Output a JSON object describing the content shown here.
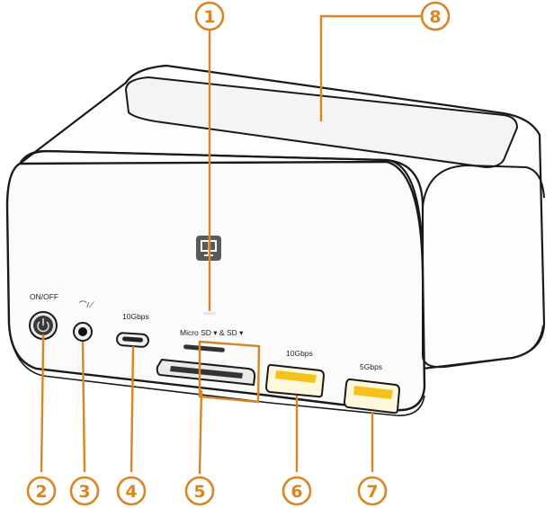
{
  "colors": {
    "callout": "#d98526",
    "outline": "#1a1a1a",
    "body": "#fbfbfb",
    "usb_yellow": "#f5c21b",
    "logo": "#5a5a5a"
  },
  "port_labels": {
    "power": "ON/OFF",
    "audio": "⌒/⟋",
    "usbc": "10Gbps",
    "card": "Micro SD ▾ & SD ▾",
    "usba_left": "10Gbps",
    "usba_right": "5Gbps"
  },
  "callouts": [
    {
      "id": "1",
      "label": "1"
    },
    {
      "id": "2",
      "label": "2"
    },
    {
      "id": "3",
      "label": "3"
    },
    {
      "id": "4",
      "label": "4"
    },
    {
      "id": "5",
      "label": "5"
    },
    {
      "id": "6",
      "label": "6"
    },
    {
      "id": "7",
      "label": "7"
    },
    {
      "id": "8",
      "label": "8"
    }
  ],
  "icons": {
    "logo": "dock-logo-icon",
    "power": "power-icon"
  }
}
